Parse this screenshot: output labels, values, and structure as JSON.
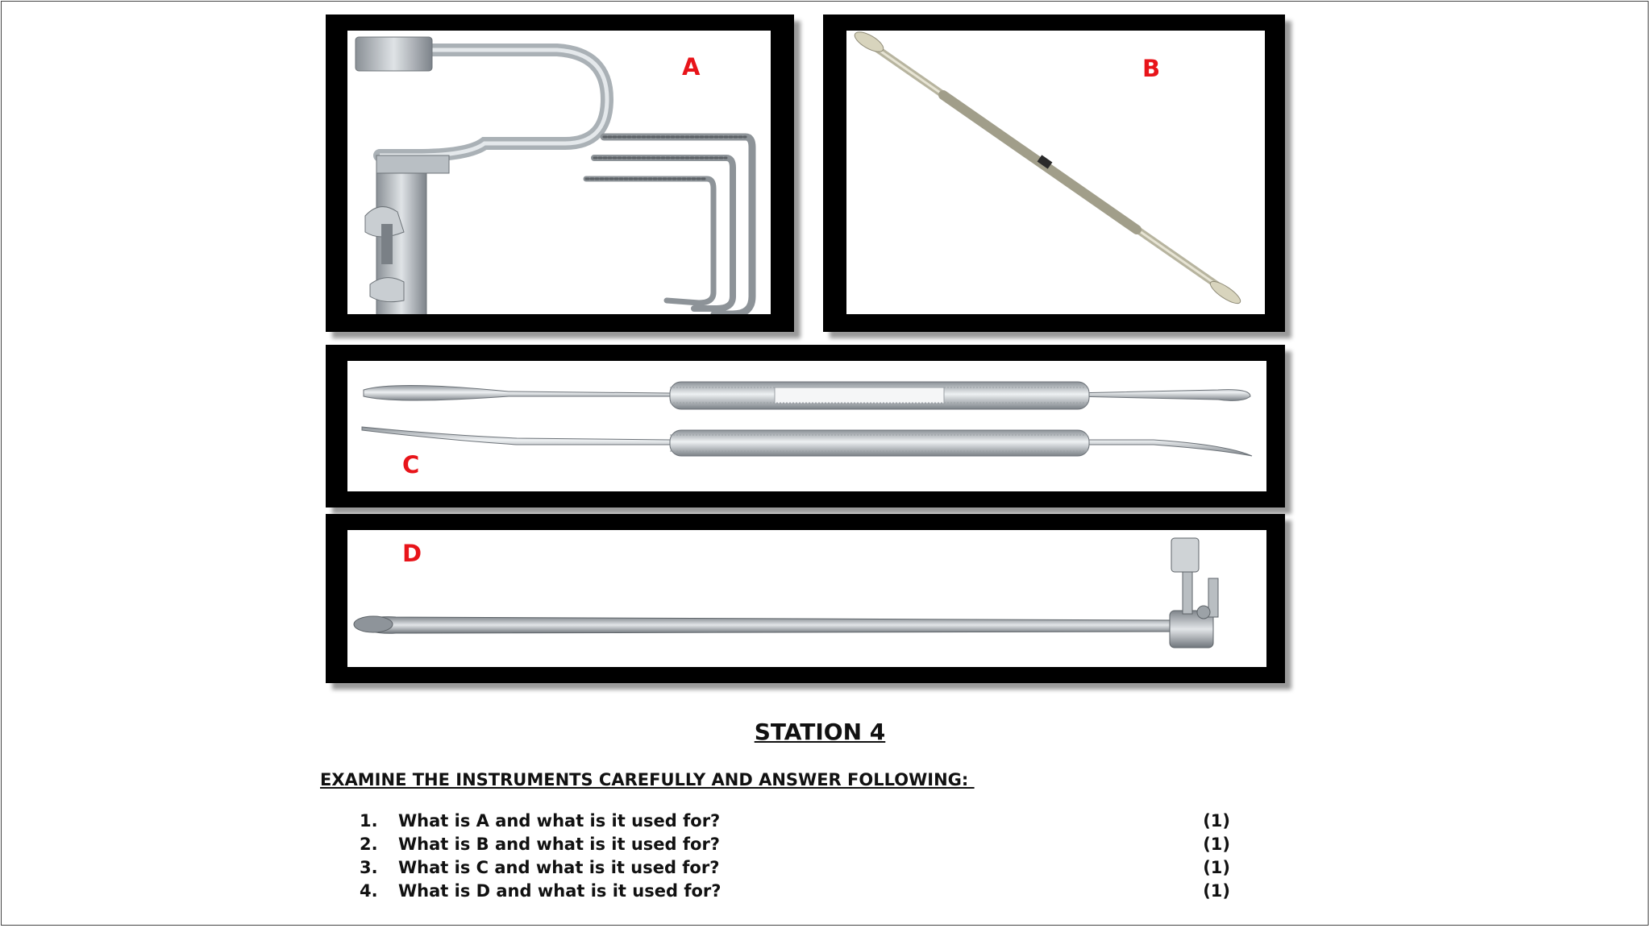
{
  "panels": {
    "a": {
      "label": "A"
    },
    "b": {
      "label": "B"
    },
    "c": {
      "label": "C"
    },
    "d": {
      "label": "D"
    }
  },
  "station": {
    "title": "STATION 4"
  },
  "instruction": "EXAMINE THE INSTRUMENTS CAREFULLY AND ANSWER FOLLOWING: ",
  "questions": [
    {
      "num": "1.",
      "text": "What is A and what is it used for?",
      "marks": "(1)"
    },
    {
      "num": "2.",
      "text": "What is B and what is it used for?",
      "marks": "(1)"
    },
    {
      "num": "3.",
      "text": "What is C and what is it used for?",
      "marks": "(1)"
    },
    {
      "num": "4.",
      "text": "What is D and what is it used for?",
      "marks": "(1)"
    }
  ],
  "colors": {
    "label_red": "#e8141a",
    "frame": "#000000"
  }
}
